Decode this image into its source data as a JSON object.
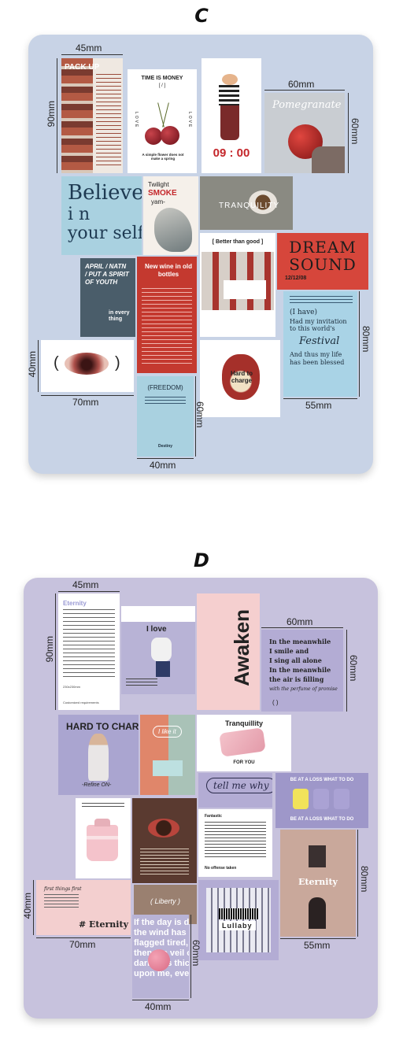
{
  "board_c": {
    "label": "C",
    "bg_color": "#c8d3e6",
    "dims": [
      "45mm",
      "90mm",
      "60mm",
      "60mm",
      "80mm",
      "40mm",
      "70mm",
      "55mm",
      "60mm",
      "40mm"
    ],
    "cards": {
      "pack_up": "PACK UP",
      "time_is_money": "TIME IS MONEY",
      "time_brackets": "[ / ]",
      "love": "LOVE",
      "simple_flower": "A simple flower does not make a spring",
      "clock": "09 : 00",
      "pomegranate": "Pomegranate",
      "believe": "Believe",
      "in_letters": "i    n",
      "your_self": "your self",
      "twilight": "Twilight",
      "smoke": "SMOKE",
      "yam": "yam-",
      "tranquility": "TRANQUILITY",
      "better_than_good": "[ Better than good ]",
      "dream": "DREAM",
      "sound": "SOUND",
      "sound_date": "12/12/08",
      "april": "APRIL / NATN / PUT A SPIRIT OF YOUTH",
      "in_every_thing": "in every thing",
      "new_wine": "New wine in old bottles",
      "i_have": "(I have)",
      "invitation": "Had my invitation to this world's",
      "festival": "Festival",
      "thus": "And thus my life has been blessed",
      "freedom": "(FREEDOM)",
      "destiny": "Destiny",
      "hard_to_charge": "Hard to charge"
    }
  },
  "board_d": {
    "label": "D",
    "bg_color": "#c7c2dd",
    "dims": [
      "45mm",
      "90mm",
      "60mm",
      "60mm",
      "80mm",
      "40mm",
      "70mm",
      "55mm",
      "60mm",
      "40mm"
    ],
    "cards": {
      "eternity": "Eternity",
      "customized": "Customized requirements",
      "size_small": "230x230mm",
      "i_love": "I love",
      "awaken": "Awaken",
      "meanwhile_1": "In the meanwhile",
      "smile_and": "I smile and",
      "i_sing": "I sing all alone",
      "meanwhile_2": "In the meanwhile",
      "air_filling": "the air is filling",
      "perfume": "with the perfume of promise",
      "parens": "(          )",
      "hard_to_charge": "HARD TO CHARGE",
      "refine_on": "-Refine ON-",
      "i_like_it": "I like it",
      "tranquillity": "Tranquillity",
      "for_you": "FOR YOU",
      "tell_me_why": "tell me why",
      "at_a_loss_top": "BE AT A LOSS WHAT TO DO",
      "at_a_loss_bottom": "BE AT A LOSS WHAT TO DO",
      "fantastic": "Fantastic",
      "no_offense": "No offense taken",
      "eternity_photo": "Eternity",
      "liberty": "( Liberty )",
      "first_things": "first things first",
      "hash_eternity": "# Eternity",
      "day_is_done": "If the day is done the wind has flagged tired, then the veil of darkness thick upon me, ever",
      "lullaby": "Lullaby"
    }
  }
}
